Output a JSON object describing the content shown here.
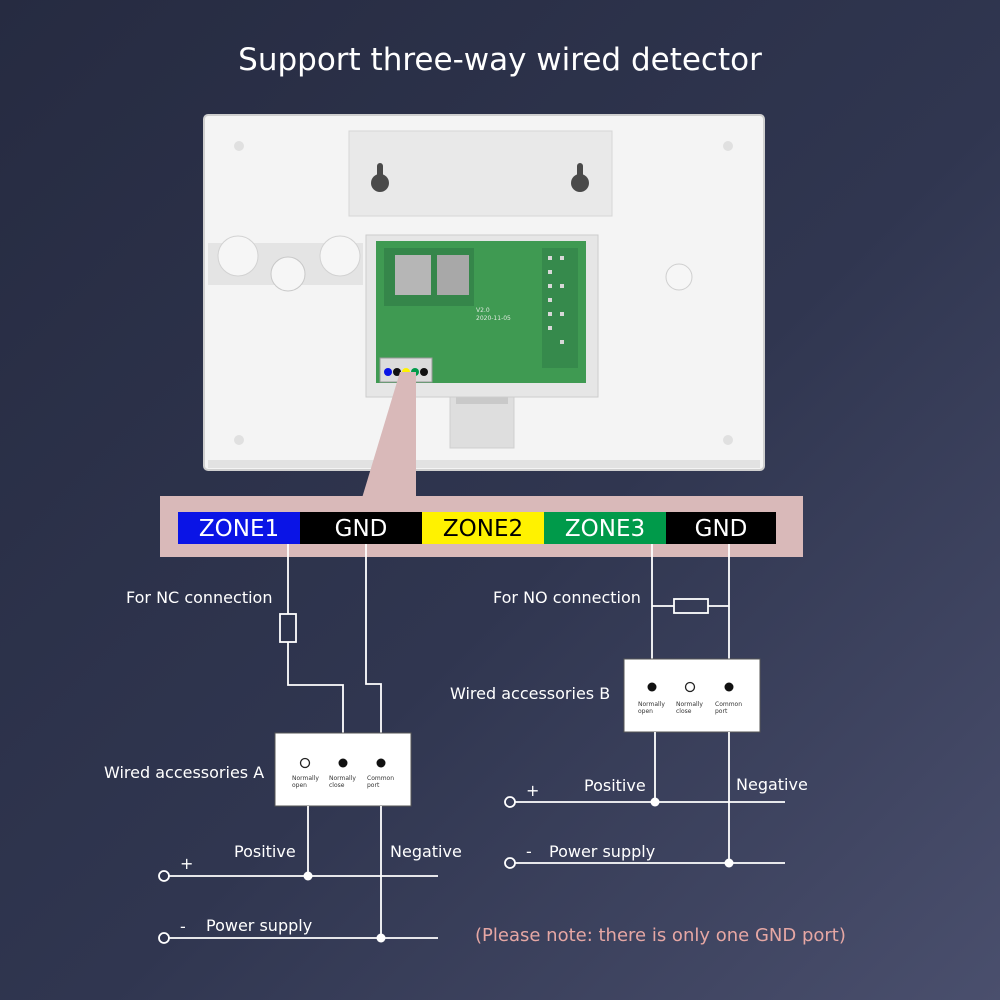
{
  "title": "Support three-way wired detector",
  "terminals": [
    {
      "label": "ZONE1",
      "bg": "#0a14e6",
      "fg": "#ffffff"
    },
    {
      "label": "GND",
      "bg": "#000000",
      "fg": "#ffffff"
    },
    {
      "label": "ZONE2",
      "bg": "#fff200",
      "fg": "#000000"
    },
    {
      "label": "ZONE3",
      "bg": "#009a4a",
      "fg": "#ffffff"
    },
    {
      "label": "GND",
      "bg": "#000000",
      "fg": "#ffffff"
    }
  ],
  "circuit_a": {
    "connection_label": "For NC connection",
    "device_label": "Wired accessories A",
    "port_labels": [
      [
        "Normally",
        "open"
      ],
      [
        "Normally",
        "close"
      ],
      [
        "Common",
        "port"
      ]
    ],
    "positive_label": "Positive",
    "negative_label": "Negative",
    "plus": "+",
    "minus": "-",
    "power_label": "Power supply"
  },
  "circuit_b": {
    "connection_label": "For NO connection",
    "device_label": "Wired accessories B",
    "port_labels": [
      [
        "Normally",
        "open"
      ],
      [
        "Normally",
        "close"
      ],
      [
        "Common",
        "port"
      ]
    ],
    "positive_label": "Positive",
    "negative_label": "Negative",
    "plus": "+",
    "minus": "-",
    "power_label": "Power supply"
  },
  "note": "(Please note: there is only one GND port)",
  "pcb": {
    "version": "V2.0",
    "date": "2020-11-05"
  },
  "colors": {
    "panel": "#f3f3f3",
    "pcb": "#3f9a52",
    "callout": "#d9b9b9",
    "note": "#e6a7a4"
  }
}
